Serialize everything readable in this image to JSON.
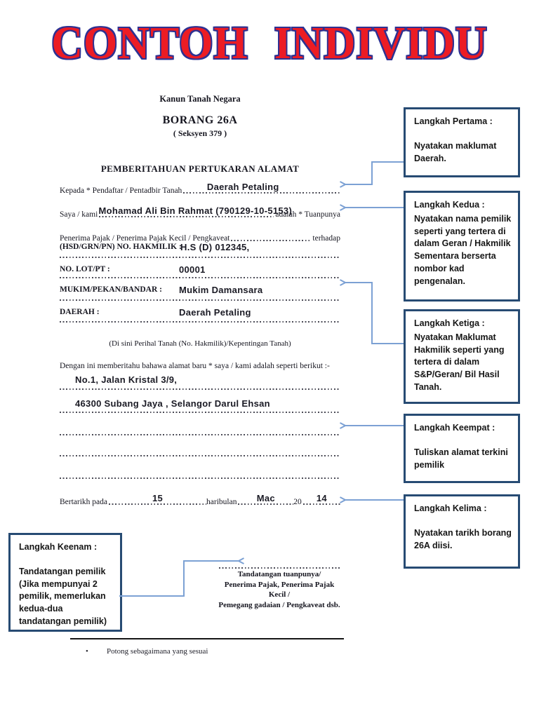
{
  "title": "CONTOH INDIVIDU",
  "colors": {
    "title_red": "#EC1C24",
    "title_outline_blue": "#2E3192",
    "callout_border_blue": "#274B73",
    "arrow_blue": "#7CA1D4"
  },
  "form": {
    "law_title": "Kanun Tanah Negara",
    "form_number": "BORANG 26A",
    "section": "( Seksyen 379 )",
    "form_title": "PEMBERITAHUAN PERTUKARAN ALAMAT",
    "kepada": {
      "label": "Kepada * Pendaftar / Pentadbir Tanah",
      "value": "Daerah Petaling"
    },
    "saya": {
      "label": "Saya / kami",
      "suffix": "adalah * Tuanpunya",
      "value": "Mohamad Ali Bin Rahmat (790129-10-5153)"
    },
    "penerima": {
      "label": "Penerima Pajak / Penerima Pajak Kecil / Pengkaveat",
      "suffix": "terhadap"
    },
    "hakmilik": {
      "label": "(HSD/GRN/PN) NO. HAKMILIK :",
      "value": "H.S (D) 012345,"
    },
    "lot": {
      "label": "NO. LOT/PT :",
      "value": "00001"
    },
    "mukim": {
      "label": "MUKIM/PEKAN/BANDAR :",
      "value": "Mukim Damansara"
    },
    "daerah": {
      "label": "DAERAH :",
      "value": "Daerah Petaling"
    },
    "perihal_note": "(Di sini Perihal Tanah (No. Hakmilik)/Kepentingan Tanah)",
    "alamat_intro": "Dengan ini memberitahu bahawa alamat baru * saya / kami adalah seperti berikut :-",
    "alamat_line1": "No.1, Jalan Kristal 3/9,",
    "alamat_line2": "46300 Subang Jaya , Selangor Darul Ehsan",
    "tarikh": {
      "label": "Bertarikh pada",
      "day": "15",
      "haribulan_label": "haribulan",
      "month": "Mac",
      "year_prefix": "20",
      "year": "14"
    },
    "signature_lines": [
      "Tandatangan tuanpunya/",
      "Penerima Pajak, Penerima Pajak Kecil /",
      "Pemegang gadaian / Pengkaveat dsb."
    ],
    "footnote": "Potong sebagaimana yang sesuai"
  },
  "callouts": [
    {
      "title": "Langkah Pertama :",
      "body": "Nyatakan maklumat Daerah."
    },
    {
      "title": "Langkah Kedua :",
      "body": "Nyatakan nama pemilik seperti yang tertera di dalam Geran / Hakmilik Sementara berserta nombor kad pengenalan."
    },
    {
      "title": "Langkah Ketiga :",
      "body": "Nyatakan Maklumat Hakmilik seperti yang tertera di dalam S&P/Geran/ Bil Hasil Tanah."
    },
    {
      "title": "Langkah Keempat :",
      "body": "Tuliskan alamat terkini pemilik"
    },
    {
      "title": "Langkah Kelima :",
      "body": "Nyatakan tarikh borang 26A diisi."
    },
    {
      "title": "Langkah Keenam :",
      "body": "Tandatangan pemilik (Jika mempunyai 2 pemilik, memerlukan kedua-dua tandatangan pemilik)"
    }
  ]
}
